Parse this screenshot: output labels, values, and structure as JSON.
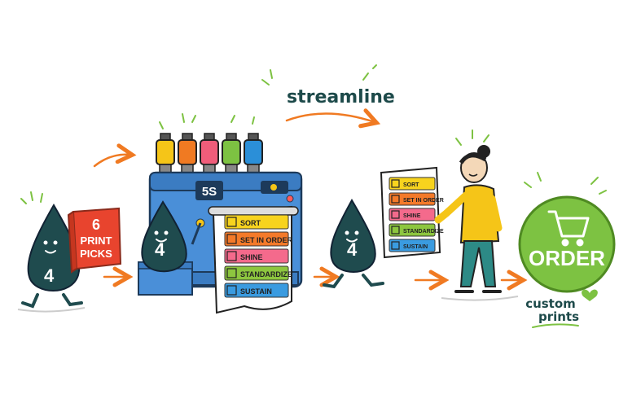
{
  "headline": "streamline",
  "book": {
    "line1": "6",
    "line2": "PRINT",
    "line3": "PICKS"
  },
  "drop_number": "4",
  "machine": {
    "badge": "5S",
    "ink_colors": [
      "#f5c518",
      "#f07a22",
      "#f05d7a",
      "#7dc242",
      "#2b8fd8"
    ]
  },
  "steps": [
    {
      "label": "SORT",
      "color": "#f7d31e",
      "icon": "box-icon"
    },
    {
      "label": "SET IN ORDER",
      "color": "#f47a2a",
      "icon": "tools-icon"
    },
    {
      "label": "SHINE",
      "color": "#f46a8c",
      "icon": "sparkle-icon"
    },
    {
      "label": "STANDARDIZE",
      "color": "#8dc63f",
      "icon": "checklist-icon"
    },
    {
      "label": "SUSTAIN",
      "color": "#3a9be0",
      "icon": "cycle-icon"
    }
  ],
  "order_button": {
    "label": "ORDER",
    "color": "#7dc242"
  },
  "caption": {
    "line1": "custom",
    "line2": "prints"
  },
  "colors": {
    "ink": "#1d4a4a",
    "accent_orange": "#f07a22",
    "machine_blue": "#4a8fd8",
    "green": "#7dc242"
  }
}
